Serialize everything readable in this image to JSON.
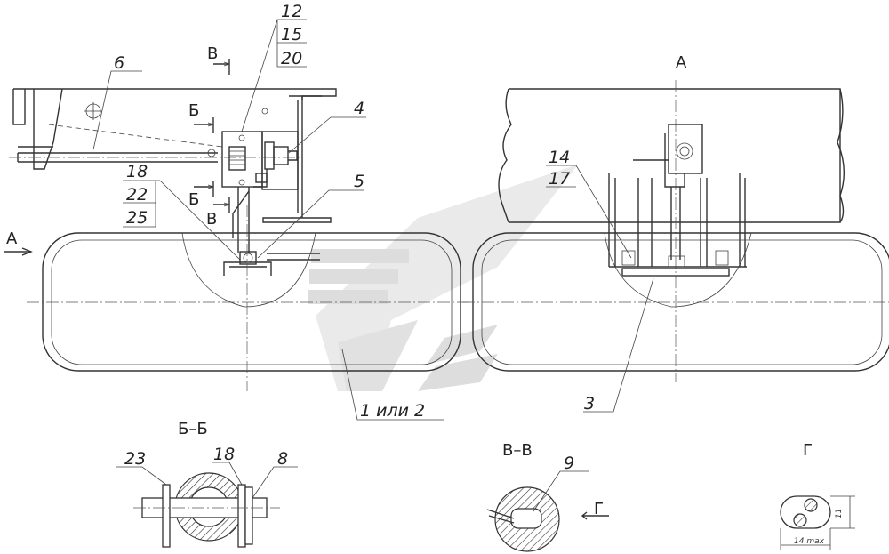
{
  "labels": {
    "l12": "12",
    "l15": "15",
    "l20": "20",
    "l6": "6",
    "l4": "4",
    "l5": "5",
    "l18": "18",
    "l22": "22",
    "l25": "25",
    "l14": "14",
    "l17": "17",
    "l3": "3",
    "l1or2": "1 или 2",
    "l23": "23",
    "l18b": "18",
    "l8": "8",
    "l9": "9"
  },
  "sections": {
    "view_a_top": "A",
    "arrow_a_left": "A",
    "b_upper": "Б",
    "b_lower": "Б",
    "v_upper": "В",
    "v_lower": "В",
    "bb_title": "Б–Б",
    "vv_title": "В–В",
    "g_arrow": "Г",
    "g_title": "Г"
  },
  "dimensions": {
    "height": "11",
    "width": "14 max"
  },
  "colors": {
    "line": "#333333",
    "watermark": "#c8c8c8"
  }
}
